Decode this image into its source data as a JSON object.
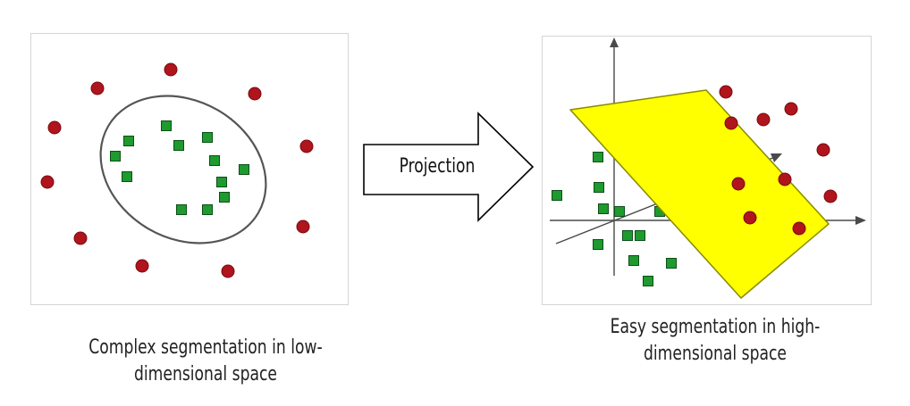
{
  "diagram": {
    "arrow_label": "Projection",
    "left": {
      "caption_line1": "Complex segmentation in low-",
      "caption_line2": "dimensional space"
    },
    "right": {
      "caption_line1": "Easy segmentation in high-",
      "caption_line2": "dimensional space"
    }
  },
  "colors": {
    "circle_class": "#b0141c",
    "square_class": "#1e9a2e",
    "plane": "#ffff00",
    "boundary": "#555555"
  }
}
